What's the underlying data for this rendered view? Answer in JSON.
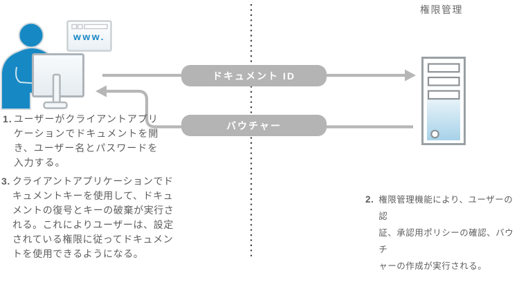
{
  "title": "権限管理",
  "client": {
    "browser_label": "www."
  },
  "flows": {
    "to_server_label": "ドキュメント ID",
    "to_client_label": "バウチャー"
  },
  "steps": [
    {
      "marker": "1.",
      "lines": [
        "ユーザーがクライアントアプリ",
        "ケーションでドキュメントを開",
        "き、ユーザー名とパスワードを",
        "入力する。"
      ]
    },
    {
      "marker": "2.",
      "lines": [
        "権限管理機能により、ユーザーの認",
        "証、承認用ポリシーの確認、バウチ",
        "ャーの作成が実行される。"
      ]
    },
    {
      "marker": "3.",
      "lines": [
        "クライアントアプリケーションでド",
        "キュメントキーを使用して、ドキュ",
        "メントの復号とキーの破棄が実行さ",
        "れる。これによりユーザーは、設定",
        "されている権限に従ってドキュメン",
        "トを使用できるようになる。"
      ]
    }
  ],
  "icons": {
    "client": "user-at-monitor-icon",
    "browser": "browser-window-icon",
    "server": "server-tower-icon"
  },
  "colors": {
    "accent_blue": "#1987c5",
    "line_gray": "#b6b6b6",
    "pill_gray": "#b4b4b4",
    "text_gray": "#5d5d5d",
    "dotted_line": "#3f3f3f",
    "server_panel_blue": "#a9d3e8"
  }
}
